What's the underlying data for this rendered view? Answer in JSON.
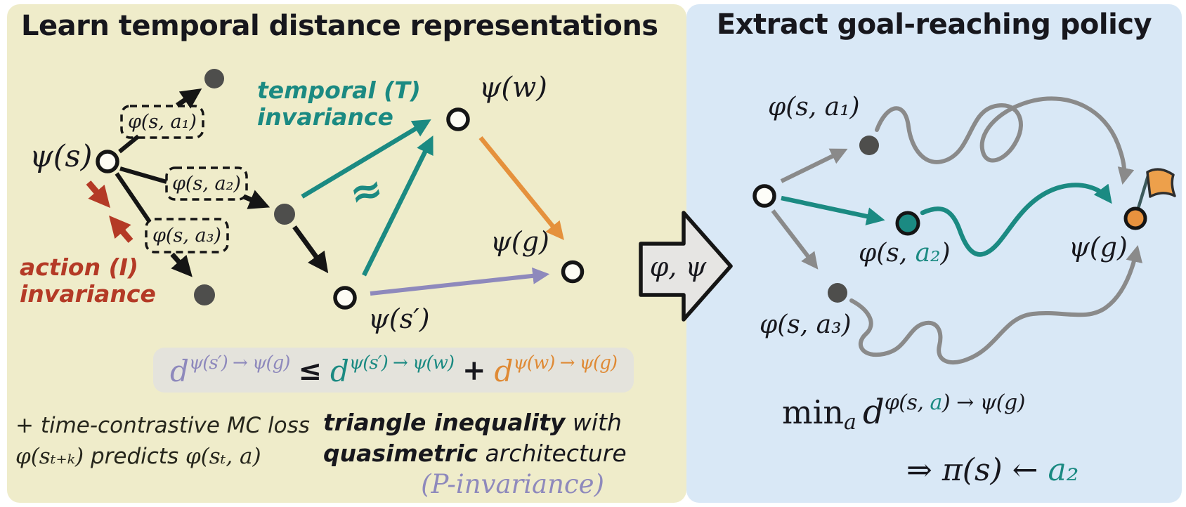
{
  "colors": {
    "left_bg": "#efecca",
    "right_bg": "#d9e8f6",
    "teal": "#1b8a82",
    "orange": "#e5913c",
    "purple": "#8e89bc",
    "red": "#b43a26",
    "gray": "#8a8a8a",
    "node_dark": "#4e4e4c",
    "formula_box_bg": "#e4e3dc",
    "ink": "#17171d"
  },
  "left_panel": {
    "title": "Learn temporal distance representations",
    "labels": {
      "psi_s": "ψ(s)",
      "psi_w": "ψ(w)",
      "psi_g": "ψ(g)",
      "psi_s_prime": "ψ(s′)"
    },
    "action_boxes": [
      "φ(s, a₁)",
      "φ(s, a₂)",
      "φ(s, a₃)"
    ],
    "temporal_invariance": {
      "line1": "temporal (T)",
      "line2": "invariance"
    },
    "action_invariance": {
      "line1": "action (I)",
      "line2": "invariance"
    },
    "approx_symbol": "≈",
    "triangle_formula": {
      "t1_base": "d",
      "t1_sup": "ψ(s′) → ψ(g)",
      "leq": "≤",
      "t2_base": "d",
      "t2_sup": "ψ(s′) → ψ(w)",
      "plus": "+",
      "t3_base": "d",
      "t3_sup": "ψ(w) → ψ(g)"
    },
    "mc_loss_line1": "+ time-contrastive MC loss",
    "mc_loss_line2": {
      "math1": "φ(sₜ₊ₖ)",
      "mid": " predicts ",
      "math2": "φ(sₜ, a)"
    },
    "triangle_note": {
      "bold1": "triangle inequality",
      "rest1": " with",
      "bold2": "quasimetric",
      "rest2": " architecture",
      "line3": "(P-invariance)"
    }
  },
  "transfer_arrow": {
    "label": "φ, ψ"
  },
  "right_panel": {
    "title": "Extract goal-reaching policy",
    "labels": {
      "phi_sa1": "φ(s, a₁)",
      "phi_sa2_pre": "φ(s, ",
      "phi_sa2_a": "a₂",
      "phi_sa2_post": ")",
      "phi_sa3": "φ(s, a₃)",
      "psi_g": "ψ(g)"
    },
    "min_formula": {
      "min": "min",
      "min_sub": "a",
      "d": "d",
      "sup_pre": "φ(s, ",
      "sup_a": "a",
      "sup_post": ") → ψ(g)"
    },
    "policy_formula": {
      "pre": "⇒ π(s) ← ",
      "a2": "a₂"
    }
  }
}
